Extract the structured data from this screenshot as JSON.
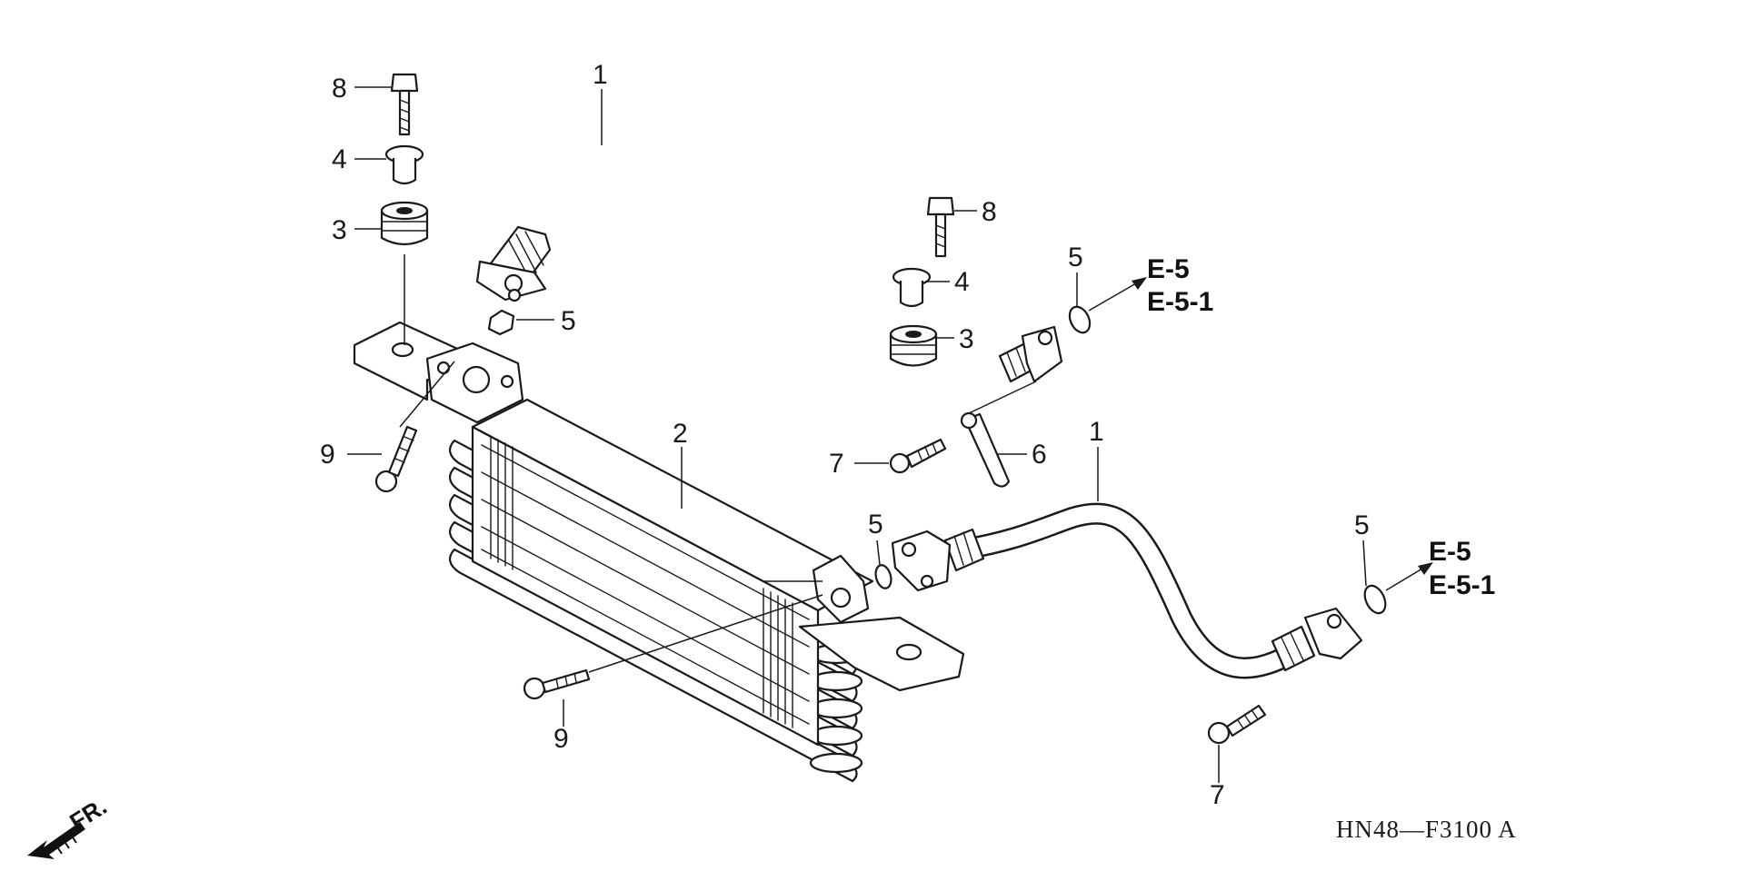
{
  "diagram": {
    "code": "HN48—F3100 A",
    "front_marker": "FR.",
    "callouts": {
      "hose_upper": "1",
      "hose_lower": "1",
      "cooler": "2",
      "grommet_left": "3",
      "grommet_right": "3",
      "collar_left": "4",
      "collar_right": "4",
      "oring_mid": "5",
      "oring_upper_right": "5",
      "oring_center": "5",
      "oring_lower_right": "5",
      "stay": "6",
      "bolt7_upper": "7",
      "bolt7_lower": "7",
      "bolt8_left": "8",
      "bolt8_right": "8",
      "bolt9_left": "9",
      "bolt9_bottom": "9"
    },
    "refs": {
      "upper_a": "E-5",
      "upper_b": "E-5-1",
      "lower_a": "E-5",
      "lower_b": "E-5-1"
    }
  }
}
